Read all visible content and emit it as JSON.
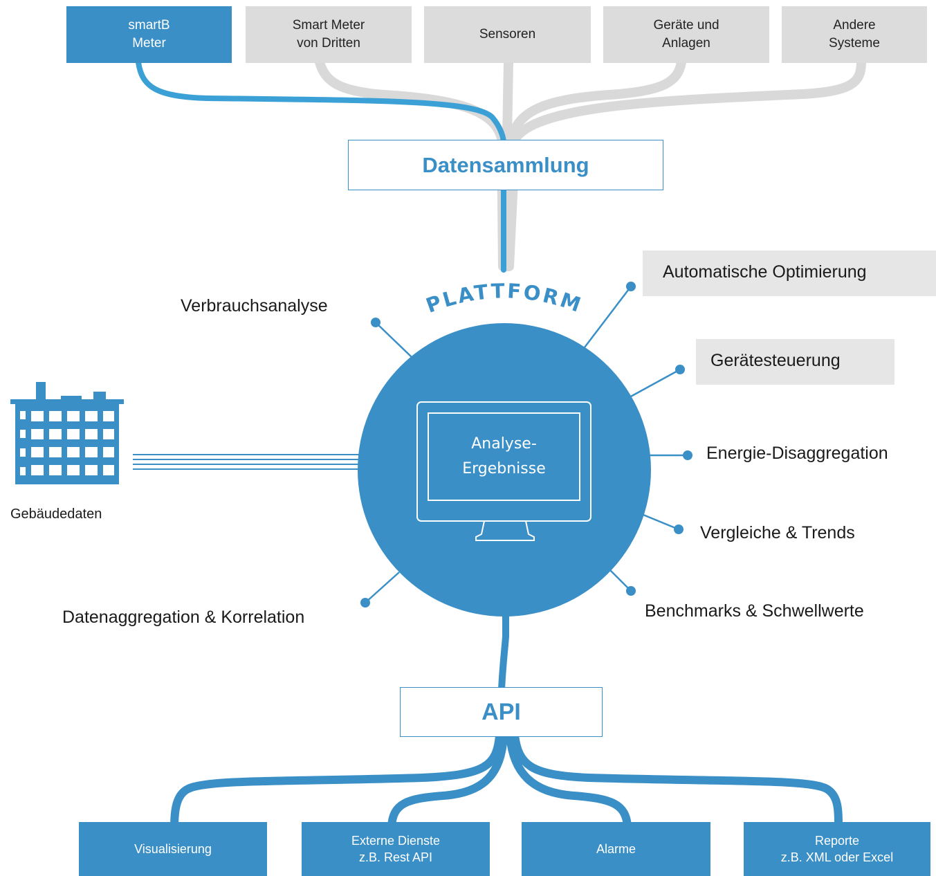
{
  "sources": [
    {
      "label": "smartB\nMeter",
      "highlight": true
    },
    {
      "label": "Smart Meter\nvon Dritten",
      "highlight": false
    },
    {
      "label": "Sensoren",
      "highlight": false
    },
    {
      "label": "Geräte und\nAnlagen",
      "highlight": false
    },
    {
      "label": "Andere\nSysteme",
      "highlight": false
    }
  ],
  "collection": {
    "label": "Datensammlung"
  },
  "platform": {
    "title": "PLATTFORM",
    "screen_text": "Analyse-\nErgebnisse"
  },
  "building": {
    "label": "Gebäudedaten"
  },
  "features": {
    "verbrauchsanalyse": "Verbrauchsanalyse",
    "automatische_optimierung": "Automatische Optimierung",
    "geraetesteuerung": "Gerätesteuerung",
    "energie_disaggregation": "Energie-Disaggregation",
    "vergleiche_trends": "Vergleiche & Trends",
    "benchmarks": "Benchmarks & Schwellwerte",
    "datenaggregation": "Datenaggregation & Korrelation"
  },
  "api": {
    "label": "API"
  },
  "outputs": [
    {
      "label": "Visualisierung"
    },
    {
      "label": "Externe Dienste\nz.B. Rest API"
    },
    {
      "label": "Alarme"
    },
    {
      "label": "Reporte\nz.B. XML oder Excel"
    }
  ],
  "colors": {
    "accent": "#3a8fc7",
    "gray": "#dcdcdc",
    "line_gray": "#d8d8d8",
    "text": "#1a1a1a"
  },
  "icons": [
    "building-icon",
    "monitor-icon",
    "connector-dot-icon"
  ]
}
